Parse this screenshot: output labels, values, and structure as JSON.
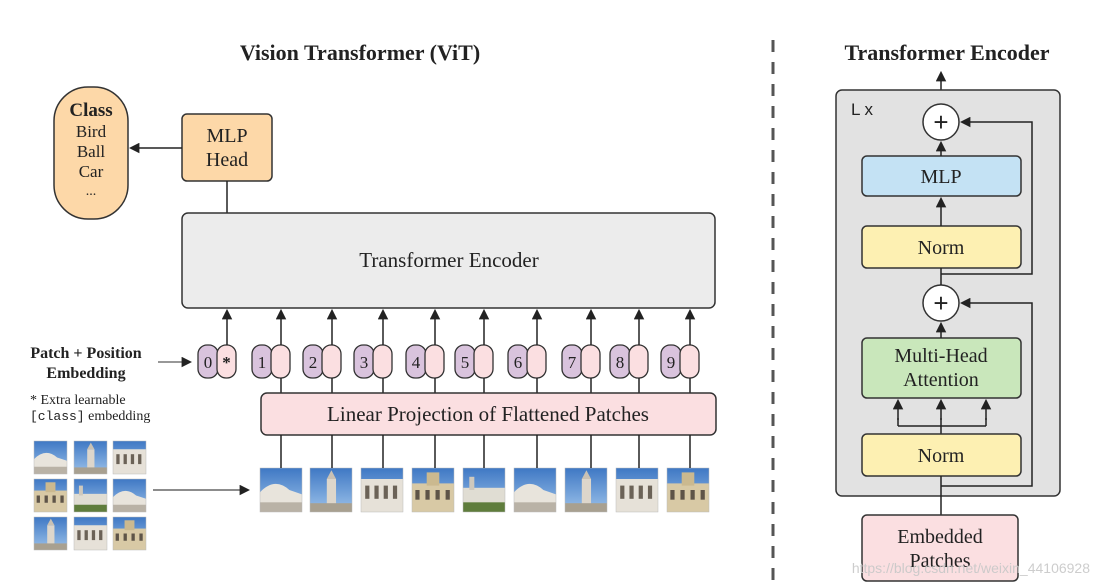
{
  "vit": {
    "title": "Vision Transformer (ViT)",
    "class_box": {
      "title": "Class",
      "items": [
        "Bird",
        "Ball",
        "Car",
        "..."
      ]
    },
    "mlp_head": {
      "line1": "MLP",
      "line2": "Head"
    },
    "encoder_label": "Transformer Encoder",
    "embedding_label": {
      "line1": "Patch + Position",
      "line2": "Embedding"
    },
    "footnote": {
      "line1": "* Extra learnable",
      "line2_code": "[class]",
      "line2_rest": " embedding"
    },
    "linear_projection": "Linear Projection of Flattened Patches",
    "tokens": [
      {
        "pos": "0",
        "is_class": true,
        "marker": "*"
      },
      {
        "pos": "1"
      },
      {
        "pos": "2"
      },
      {
        "pos": "3"
      },
      {
        "pos": "4"
      },
      {
        "pos": "5"
      },
      {
        "pos": "6"
      },
      {
        "pos": "7"
      },
      {
        "pos": "8"
      },
      {
        "pos": "9"
      }
    ]
  },
  "encoder": {
    "title": "Transformer Encoder",
    "repeat": "L x",
    "mlp": "MLP",
    "norm_top": "Norm",
    "norm_bottom": "Norm",
    "attention": {
      "line1": "Multi-Head",
      "line2": "Attention"
    },
    "input": {
      "line1": "Embedded",
      "line2": "Patches"
    },
    "plus": "+"
  },
  "watermark": "https://blog.csdn.net/weixin_44106928",
  "colors": {
    "orange": "#fdd8a8",
    "purple": "#d9c3dd",
    "pink": "#fbdfe1",
    "gray_box": "#ececec",
    "blue": "#c4e2f4",
    "yellow": "#fdf0b2",
    "green": "#c9e7bb",
    "stroke": "#333333",
    "sky": "#5b8fc9"
  }
}
